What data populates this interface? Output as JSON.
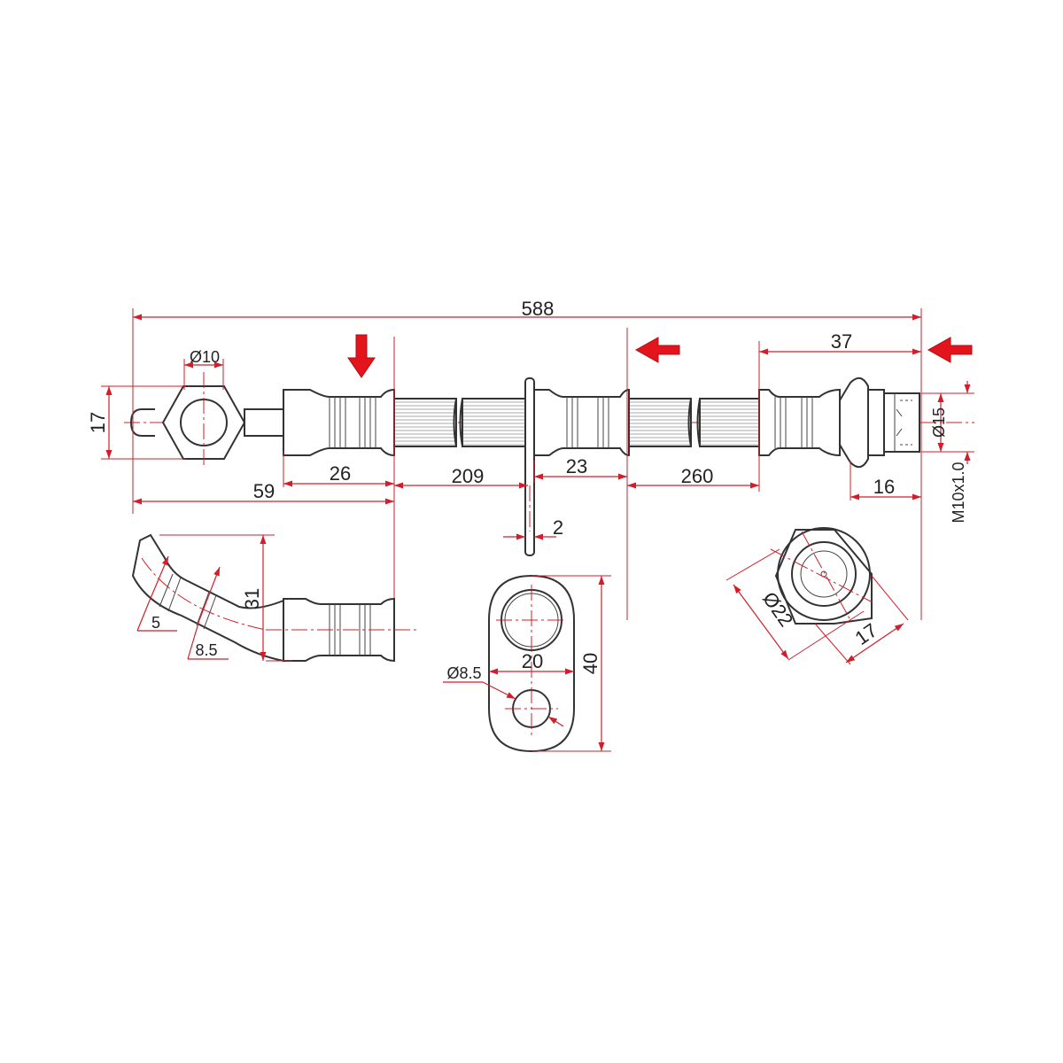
{
  "dimensions": {
    "overall_length": "588",
    "end_fitting_length": "37",
    "eye_hole_diameter": "Ø10",
    "eye_height": "17",
    "ferrule_length": "26",
    "eye_to_ferrule_end": "59",
    "hose_segment_1": "209",
    "bracket_ferrule_length": "23",
    "hose_segment_2": "260",
    "thread_length": "16",
    "fitting_diameter": "Ø15",
    "thread_spec": "M10x1.0",
    "bracket_thickness": "2",
    "bend_height": "31",
    "bend_offset_a": "5",
    "bend_offset_b": "8.5",
    "bracket_width": "20",
    "bracket_height": "40",
    "bracket_hole_diameter": "Ø8.5",
    "nut_outer_diameter": "Ø22",
    "nut_across_flats": "17"
  },
  "colors": {
    "dimension_lines": "#d21e2b",
    "flow_arrows": "#e3141c",
    "outline": "#333333"
  }
}
